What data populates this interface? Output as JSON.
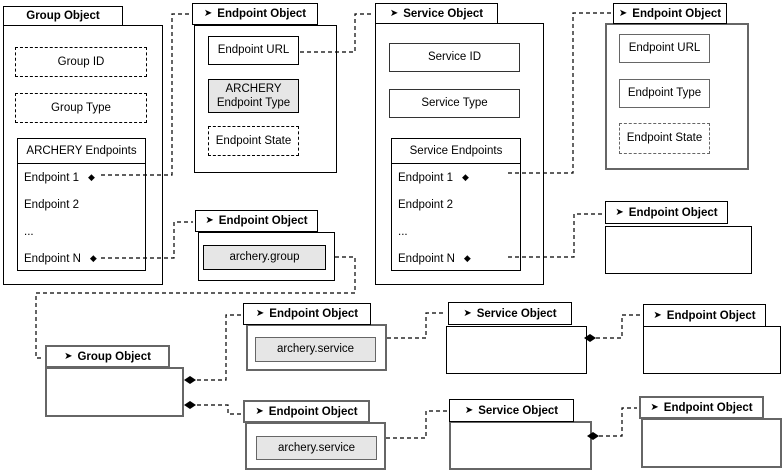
{
  "icons": {
    "arrow": "➤",
    "diamond": "◆"
  },
  "colors": {
    "border_dark": "#000000",
    "border_gray": "#666666",
    "shaded_fill": "#e6e6e6",
    "background": "#ffffff",
    "connector": "#000000"
  },
  "boxes": {
    "group_top": {
      "title": "Group Object",
      "field1": "Group ID",
      "field2": "Group Type",
      "list_header": "ARCHERY Endpoints",
      "item1": "Endpoint 1",
      "item2": "Endpoint 2",
      "item3": "...",
      "item4": "Endpoint N"
    },
    "endpoint_top": {
      "title": "Endpoint Object",
      "field1": "Endpoint URL",
      "field2": "ARCHERY Endpoint Type",
      "field3": "Endpoint State"
    },
    "service_top": {
      "title": "Service Object",
      "field1": "Service ID",
      "field2": "Service Type",
      "list_header": "Service Endpoints",
      "item1": "Endpoint 1",
      "item2": "Endpoint 2",
      "item3": "...",
      "item4": "Endpoint N"
    },
    "endpoint_topright": {
      "title": "Endpoint Object",
      "field1": "Endpoint URL",
      "field2": "Endpoint Type",
      "field3": "Endpoint State"
    },
    "endpoint_group_tag": {
      "title": "Endpoint Object",
      "field1": "archery.group"
    },
    "endpoint_midright": {
      "title": "Endpoint Object"
    },
    "group_bottom": {
      "title": "Group Object"
    },
    "endpoint_service_tag_1": {
      "title": "Endpoint Object",
      "field1": "archery.service"
    },
    "service_bottom_1": {
      "title": "Service Object"
    },
    "endpoint_bottomright_1": {
      "title": "Endpoint Object"
    },
    "endpoint_service_tag_2": {
      "title": "Endpoint Object",
      "field1": "archery.service"
    },
    "service_bottom_2": {
      "title": "Service Object"
    },
    "endpoint_bottomright_2": {
      "title": "Endpoint Object"
    }
  }
}
